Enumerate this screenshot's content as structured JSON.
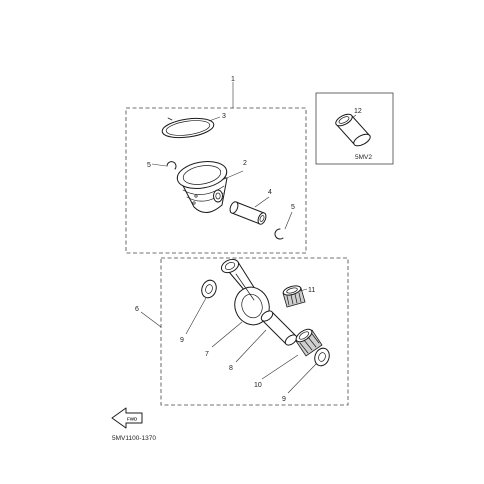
{
  "callouts": {
    "c1": "1",
    "c2": "2",
    "c3": "3",
    "c4": "4",
    "c5a": "5",
    "c5b": "5",
    "c6": "6",
    "c7": "7",
    "c8": "8",
    "c9a": "9",
    "c9b": "9",
    "c10": "10",
    "c11": "11",
    "c12": "12"
  },
  "variant_code": "5MV2",
  "fwd_label": "FWD",
  "drawing_number": "5MV1100-1370"
}
